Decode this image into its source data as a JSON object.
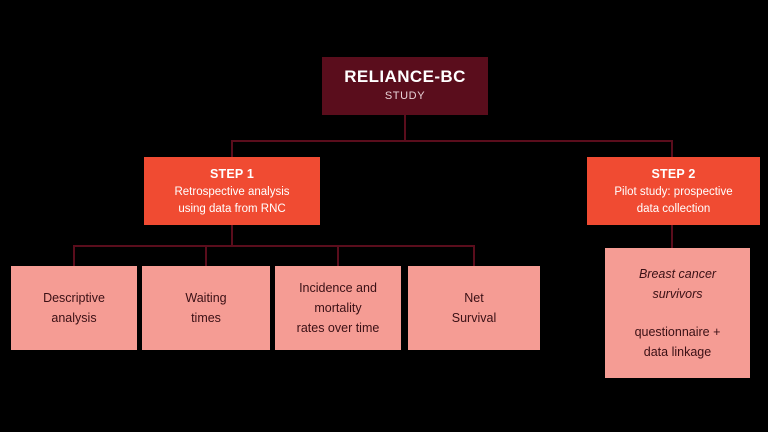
{
  "diagram": {
    "background_color": "#000000",
    "colors": {
      "title_box": "#5A0D1C",
      "step_box": "#F04B32",
      "leaf_box": "#F59C94",
      "connector": "#5A0D1C",
      "title_text": "#FFFFFF",
      "leaf_text": "#3A1015"
    },
    "root": {
      "title": "RELIANCE-BC",
      "subtitle": "STUDY"
    },
    "steps": [
      {
        "heading": "STEP 1",
        "line1": "Retrospective analysis",
        "line2": "using data from RNC"
      },
      {
        "heading": "STEP 2",
        "line1": "Pilot study: prospective",
        "line2": "data collection"
      }
    ],
    "step1_children": [
      {
        "line1": "Descriptive",
        "line2": "analysis",
        "line3": ""
      },
      {
        "line1": "Waiting",
        "line2": "times",
        "line3": ""
      },
      {
        "line1": "Incidence and",
        "line2": "mortality",
        "line3": "rates over time"
      },
      {
        "line1": "Net",
        "line2": "Survival",
        "line3": ""
      }
    ],
    "step2_children": [
      {
        "italic1": "Breast cancer",
        "italic2": "survivors",
        "line1": "questionnaire +",
        "line2": "data linkage"
      }
    ]
  }
}
